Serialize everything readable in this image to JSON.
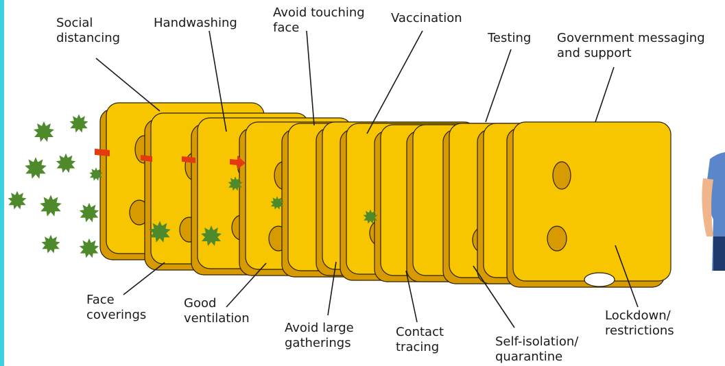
{
  "colors": {
    "slice_fill": "#f7c600",
    "slice_edge": "#d79a00",
    "slice_outline": "#2b2100",
    "virus": "#4e8a2c",
    "arrow": "#e53a10",
    "accent_border": "#3ad1e0"
  },
  "labels": {
    "social_distancing": "Social\ndistancing",
    "handwashing": "Handwashing",
    "avoid_touching_face": "Avoid touching\nface",
    "vaccination": "Vaccination",
    "testing": "Testing",
    "government_messaging": "Government messaging\nand support",
    "face_coverings": "Face\ncoverings",
    "good_ventilation": "Good\nventilation",
    "avoid_large_gatherings": "Avoid large\ngatherings",
    "contact_tracing": "Contact\ntracing",
    "self_isolation": "Self-isolation/\nquarantine",
    "lockdown": "Lockdown/\nrestrictions"
  },
  "icons": {
    "virus": "virus-icon",
    "arrow": "arrow-icon",
    "person": "person-icon"
  }
}
